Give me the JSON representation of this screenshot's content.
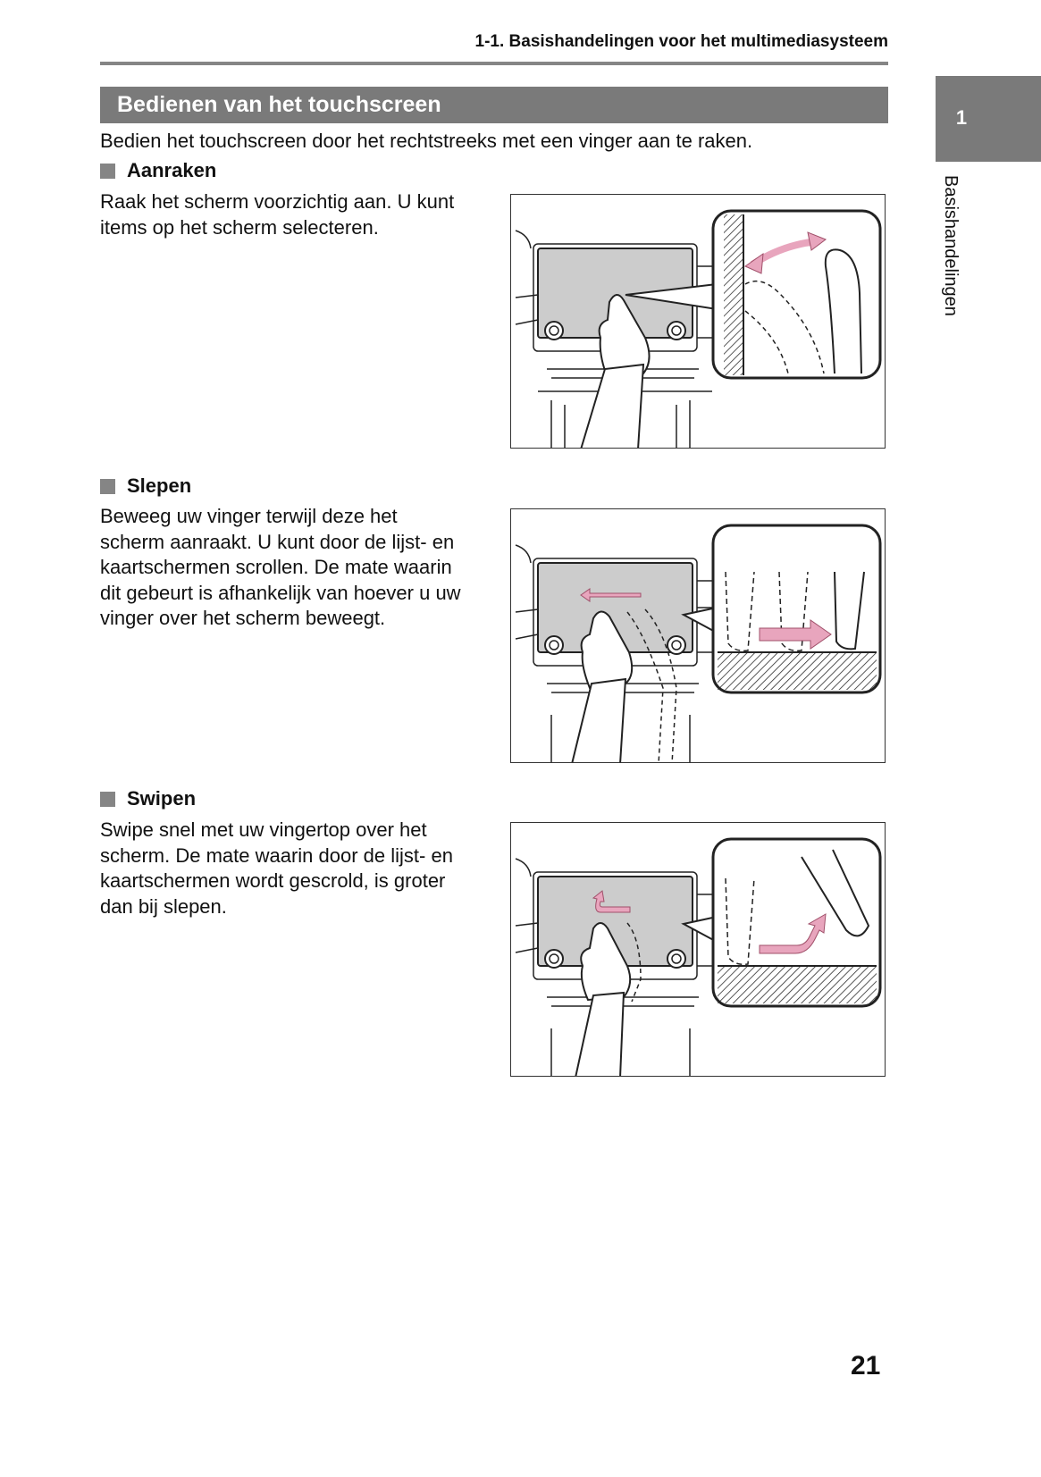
{
  "header": {
    "running_title": "1-1. Basishandelingen voor het multimediasysteem"
  },
  "chapter_tab": {
    "number": "1",
    "label": "Basishandelingen"
  },
  "section": {
    "title": "Bedienen van het touchscreen",
    "intro": "Bedien het touchscreen door het rechtstreeks met een vinger aan te raken."
  },
  "subsections": [
    {
      "title": "Aanraken",
      "lines": [
        "Raak het scherm voorzichtig aan. U kunt",
        "items op het scherm selecteren."
      ],
      "figure": {
        "icon": "touch-tap-illustration",
        "gesture": "tap",
        "arrow_color": "#e8a5bd"
      }
    },
    {
      "title": "Slepen",
      "lines": [
        "Beweeg uw vinger terwijl deze het",
        "scherm aanraakt. U kunt door de lijst- en",
        "kaartschermen scrollen. De mate waarin",
        "dit gebeurt is afhankelijk van hoever u uw",
        "vinger over het scherm beweegt."
      ],
      "figure": {
        "icon": "touch-drag-illustration",
        "gesture": "drag",
        "arrow_color": "#e8a5bd"
      }
    },
    {
      "title": "Swipen",
      "lines": [
        "Swipe snel met uw vingertop over het",
        "scherm. De mate waarin door de lijst- en",
        "kaartschermen wordt gescrold, is groter",
        "dan bij slepen."
      ],
      "figure": {
        "icon": "touch-swipe-illustration",
        "gesture": "swipe",
        "arrow_color": "#e8a5bd"
      }
    }
  ],
  "footer": {
    "page_number": "21"
  },
  "colors": {
    "section_bar": "#7a7a7a",
    "screen_fill": "#cccccc",
    "gesture_arrow": "#e8a5bd"
  }
}
